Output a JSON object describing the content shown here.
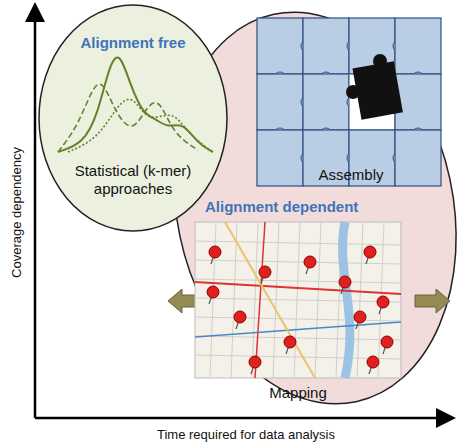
{
  "diagram": {
    "nodes": [
      {
        "text": [
          "Alignment free",
          "Statistical (k-mer) approaches"
        ]
      },
      {
        "text": [
          "Alignment dependent"
        ]
      },
      {
        "text": [
          "Assembly"
        ],
        "in": 1
      },
      {
        "text": [
          "Mapping"
        ],
        "in": 1
      }
    ],
    "labels": [
      "Coverage dependency",
      "Time required for data analysis"
    ]
  }
}
